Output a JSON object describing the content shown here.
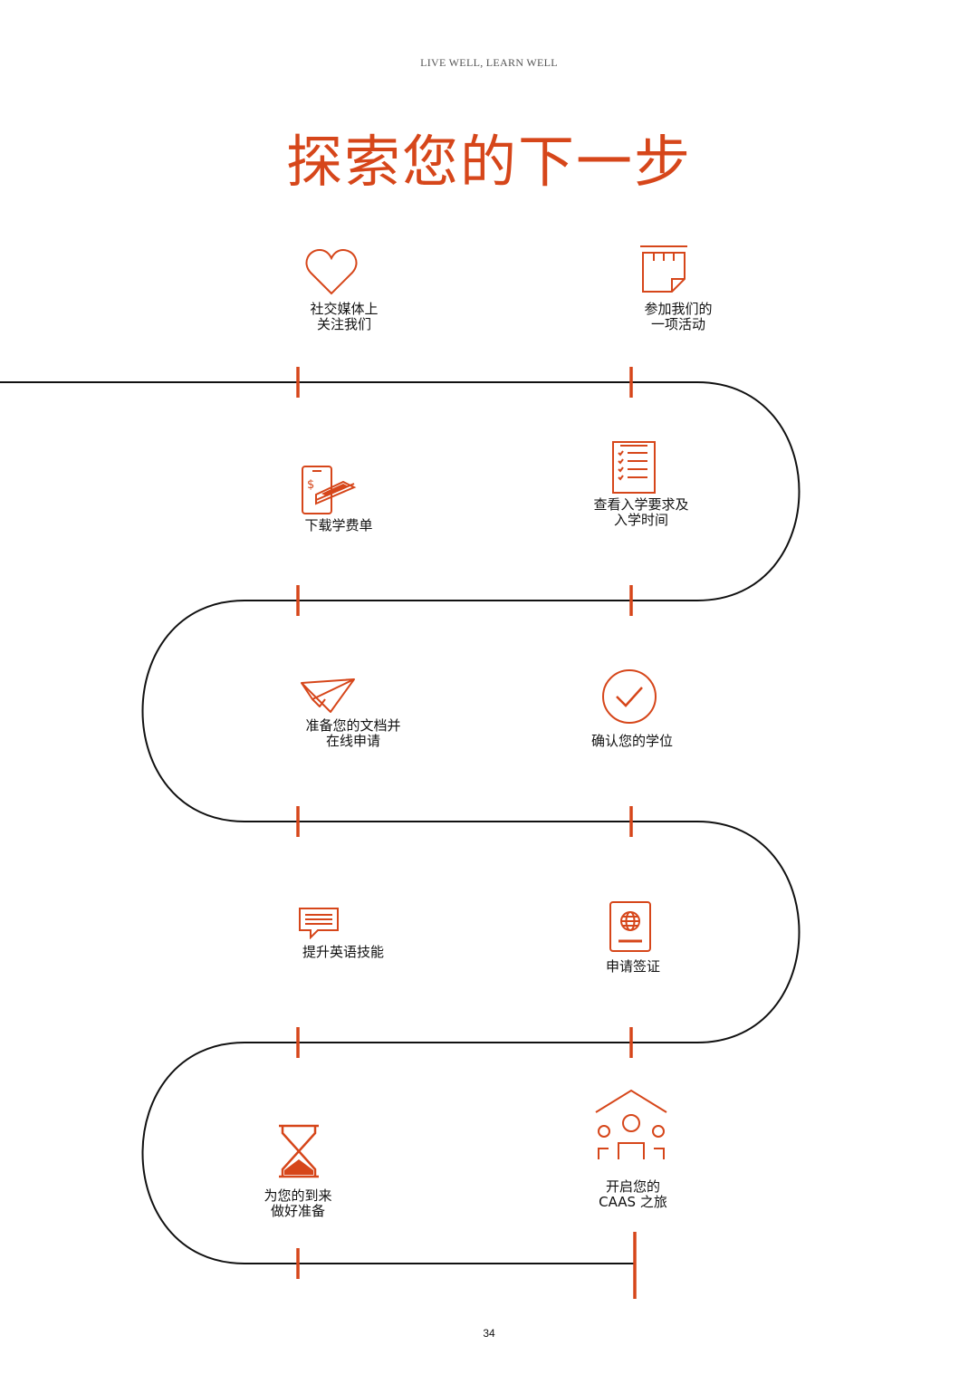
{
  "header": {
    "running_title": "LIVE WELL, LEARN WELL"
  },
  "title": "探索您的下一步",
  "accent_color": "#d6461a",
  "line_color": "#111111",
  "steps": [
    {
      "icon": "heart-icon",
      "lines": [
        "社交媒体上",
        "关注我们"
      ]
    },
    {
      "icon": "calendar-note-icon",
      "lines": [
        "参加我们的",
        "一项活动"
      ]
    },
    {
      "icon": "fee-booklet-icon",
      "lines": [
        "下载学费单"
      ]
    },
    {
      "icon": "checklist-icon",
      "lines": [
        "查看入学要求及",
        "入学时间"
      ]
    },
    {
      "icon": "paper-plane-icon",
      "lines": [
        "准备您的文档并",
        "在线申请"
      ]
    },
    {
      "icon": "check-circle-icon",
      "lines": [
        "确认您的学位"
      ]
    },
    {
      "icon": "speech-bubble-icon",
      "lines": [
        "提升英语技能"
      ]
    },
    {
      "icon": "passport-icon",
      "lines": [
        "申请签证"
      ]
    },
    {
      "icon": "hourglass-icon",
      "lines": [
        "为您的到来",
        "做好准备"
      ]
    },
    {
      "icon": "campus-community-icon",
      "lines": [
        "开启您的",
        "CAAS 之旅"
      ]
    }
  ],
  "page_number": "34"
}
